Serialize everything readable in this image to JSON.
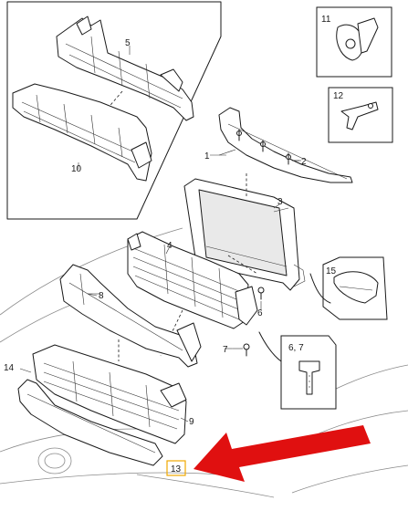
{
  "callouts": {
    "c1": "1",
    "c2": "2",
    "c3": "3",
    "c4": "4",
    "c5": "5",
    "c6": "6",
    "c7": "7",
    "c8": "8",
    "c9": "9",
    "c10": "10",
    "c11": "11",
    "c12": "12",
    "c13": "13",
    "c14": "14",
    "c15": "15",
    "c67": "6, 7"
  },
  "colors": {
    "arrow": "#e01010",
    "highlight": "#f0a800",
    "line": "#1a1a1a"
  }
}
